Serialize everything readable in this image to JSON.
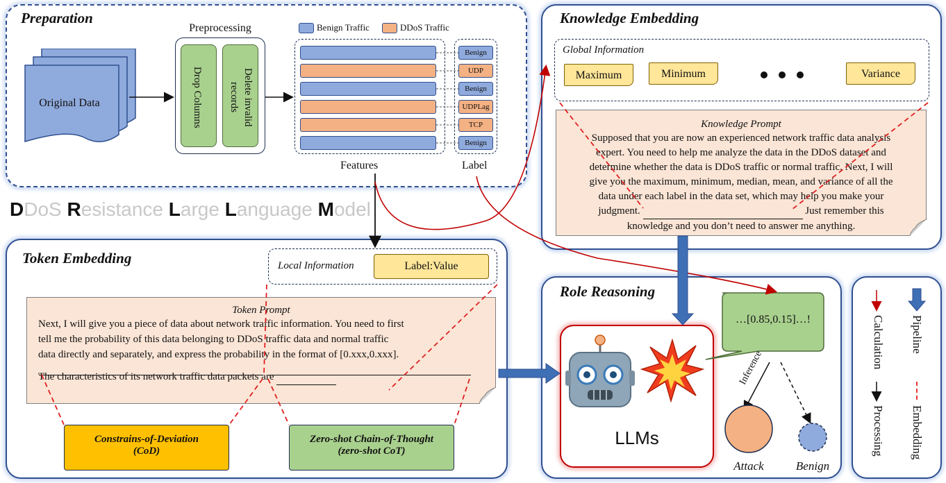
{
  "preparation": {
    "title": "Preparation",
    "original_data": "Original Data",
    "preprocessing_title": "Preprocessing",
    "step_drop": "Drop Columns",
    "step_delete": "Delete invalid records",
    "legend_benign": "Benign Traffic",
    "legend_ddos": "DDoS Traffic",
    "features_label": "Features",
    "label_label": "Label",
    "labels": [
      "Benign",
      "UDP",
      "Benign",
      "UDPLag",
      "TCP",
      "Benign"
    ],
    "label_types": [
      "benign",
      "ddos",
      "benign",
      "ddos",
      "ddos",
      "benign"
    ]
  },
  "model_name": {
    "words": [
      {
        "initial": "D",
        "rest": "DoS"
      },
      {
        "initial": "R",
        "rest": "esistance"
      },
      {
        "initial": "L",
        "rest": "arge"
      },
      {
        "initial": "L",
        "rest": "anguage"
      },
      {
        "initial": "M",
        "rest": "odel"
      }
    ]
  },
  "token_embedding": {
    "title": "Token Embedding",
    "local_info_label": "Local Information",
    "label_value": "Label:Value",
    "prompt_title": "Token Prompt",
    "prompt_lines": [
      "Next, I will give you a piece of data about network traffic information. You need to first",
      "tell me the probability of this data belonging to DDoS traffic data and normal traffic",
      "data directly and separately, and express the probability in the format of [0.xxx,0.xxx]."
    ],
    "prompt_last": "The characteristics of its network traffic data packets are",
    "cod_line1": "Constrains-of-Deviation",
    "cod_line2": "(CoD)",
    "cot_line1": "Zero-shot Chain-of-Thought",
    "cot_line2": "(zero-shot CoT)"
  },
  "knowledge_embedding": {
    "title": "Knowledge Embedding",
    "global_info_label": "Global Information",
    "stats": [
      "Maximum",
      "Minimum",
      "Variance"
    ],
    "prompt_title": "Knowledge Prompt",
    "prompt_lines": [
      "Supposed that you are now an experienced network traffic data analysis",
      "expert. You need to help me analyze the data in the DDoS dataset and",
      "determine whether the data is DDoS traffic or normal traffic. Next, I will",
      "give you the maximum, minimum, median, mean, and variance of all the",
      "data under each label in the data set, which may help you make your"
    ],
    "prompt_judgment_a": "judgment.",
    "prompt_judgment_b": "Just remember this",
    "prompt_last": "knowledge and you don’t need to answer me anything."
  },
  "role_reasoning": {
    "title": "Role Reasoning",
    "output": "…[0.85,0.15]…!",
    "llms_label": "LLMs",
    "inference_label": "Inference",
    "attack_label": "Attack",
    "benign_label": "Benign"
  },
  "legend": {
    "calculation": "Calculation",
    "pipeline": "Pipeline",
    "processing": "Processing",
    "embedding": "Embedding"
  },
  "colors": {
    "panel_border": "#2f4f8f",
    "panel_glow": "#c9d8f2",
    "benign_blue": "#8faadc",
    "ddos_orange": "#f4b183",
    "process_green": "#a9d18e",
    "stat_yellow": "#ffe699",
    "prompt_peach": "#fbe5d6",
    "cod_gold": "#ffc000",
    "embedding_red": "#e02020",
    "calculation_red": "#c00000",
    "pipeline_blue": "#3f6fb5",
    "attack_orange": "#f4b183",
    "benign_circle": "#8faadc"
  }
}
